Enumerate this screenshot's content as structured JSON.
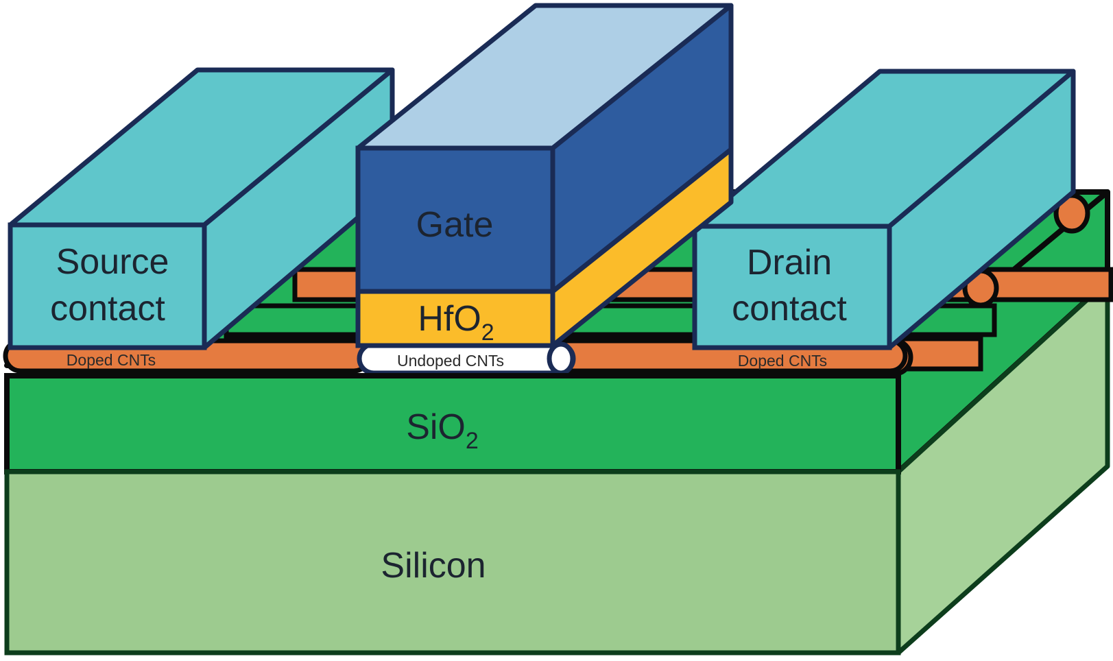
{
  "labels": {
    "source_line1": "Source",
    "source_line2": "contact",
    "gate": "Gate",
    "hfo2_base": "HfO",
    "hfo2_sub": "2",
    "drain_line1": "Drain",
    "drain_line2": "contact",
    "doped_left": "Doped CNTs",
    "undoped": "Undoped CNTs",
    "doped_right": "Doped CNTs",
    "sio2_base": "SiO",
    "sio2_sub": "2",
    "silicon": "Silicon"
  },
  "colors": {
    "silicon": "#9dcb8f",
    "silicon_side": "#a6d299",
    "sio2": "#23b35a",
    "cnt_doped": "#e57b40",
    "cnt_undoped": "#ffffff",
    "contact_front": "#5fc6cb",
    "gate_front": "#2e5c9f",
    "gate_top": "#aecfe6",
    "hfo2": "#fbbc2a",
    "outline_dark": "#0a0a0a",
    "outline_navy": "#1a2b55"
  }
}
